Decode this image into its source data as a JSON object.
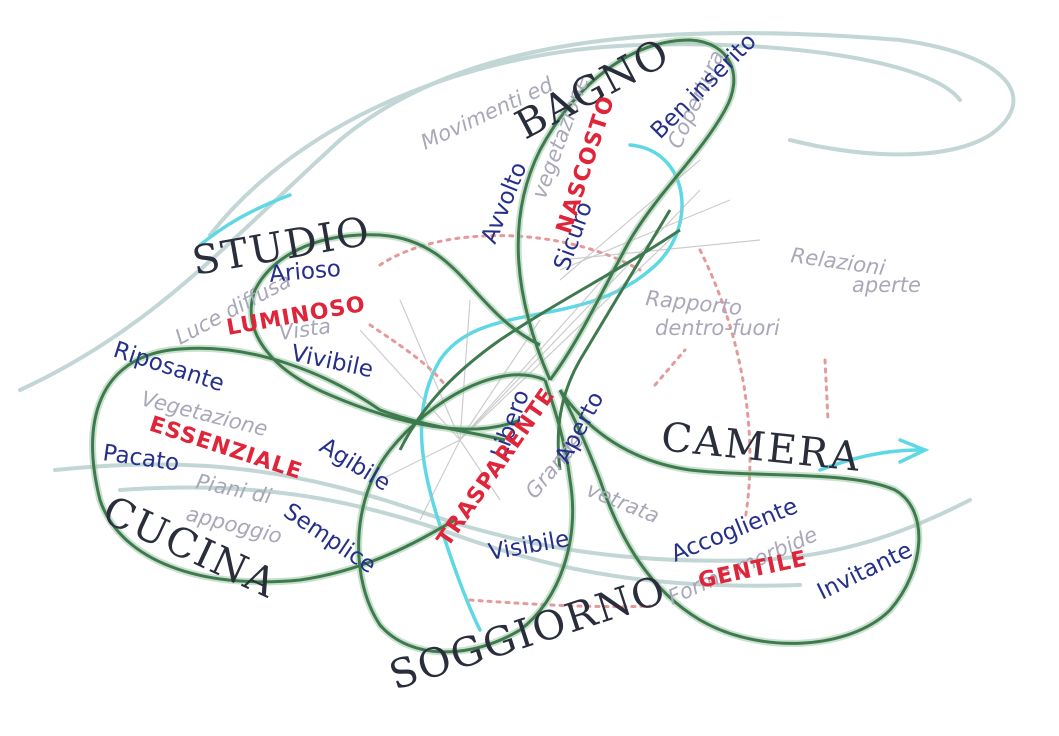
{
  "colors": {
    "petal": "#3f7a4e",
    "petal_halo": "#9cc9a5",
    "cyan": "#5fd8e6",
    "sweep": "#b9cfcf",
    "dotted": "#e59a9a",
    "room_text": "#2a2e3c",
    "blue_text": "#26308a",
    "red_text": "#e0253a",
    "grey_text": "#a8a8ba"
  },
  "rooms": {
    "studio": "STUDIO",
    "bagno": "BAGNO",
    "cucina": "CUCINA",
    "soggiorno": "SOGGIORNO",
    "camera": "CAMERA"
  },
  "blue_words": {
    "arioso": "Arioso",
    "vivibile": "Vivibile",
    "riposante": "Riposante",
    "pacato": "Pacato",
    "agibile": "Agibile",
    "semplice": "Semplice",
    "libero": "Libero",
    "aperto": "Aperto",
    "visibile": "Visibile",
    "avvolto": "Avvolto",
    "sicuro": "Sicuro",
    "ben_inserito": "Ben inserito",
    "accogliente": "Accogliente",
    "invitante": "Invitante"
  },
  "red_words": {
    "luminoso": "LUMINOSO",
    "essenziale": "ESSENZIALE",
    "trasparente": "TRASPARENTE",
    "nascosto": "NASCOSTO",
    "gentile": "GENTILE"
  },
  "grey_words": {
    "movimenti": "Movimenti ed",
    "vegetazione_bagno": "vegetazione",
    "copertura": "Copertura",
    "relazioni": "Relazioni",
    "aperte": "aperte",
    "rapporto": "Rapporto",
    "dentro_fuori": "dentro-fuori",
    "luce_diffusa": "Luce diffusa",
    "vista": "Vista",
    "vegetazione_cucina": "Vegetazione",
    "piani_di": "Piani di",
    "appoggio": "appoggio",
    "grande": "Grande",
    "vetrata": "vetrata",
    "forme_morbide": "Forme morbide"
  }
}
